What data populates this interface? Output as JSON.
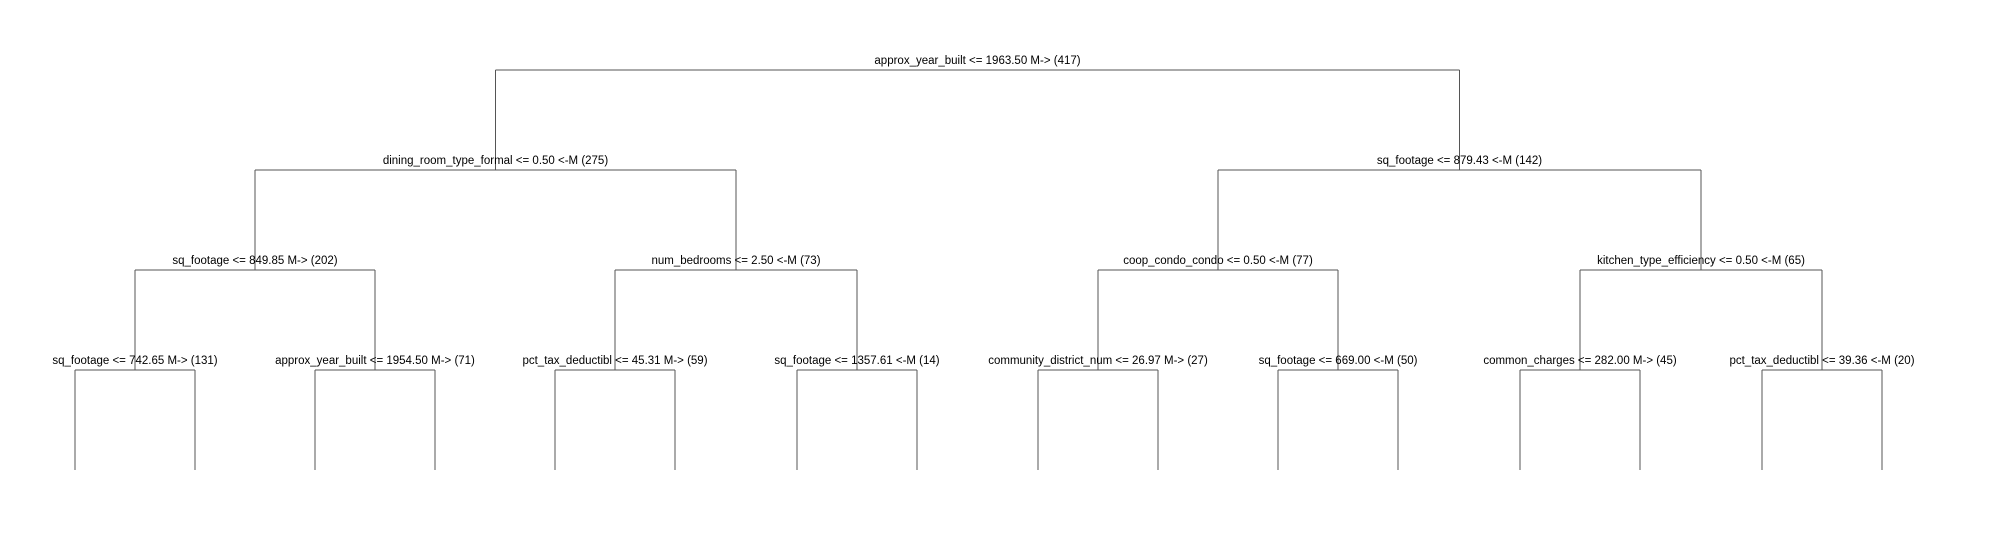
{
  "tree": {
    "line_color": "#555555",
    "text_color": "#000000",
    "nodes": [
      {
        "id": "n0",
        "label": "approx_year_built <= 1963.50 M-> (417)"
      },
      {
        "id": "n1",
        "label": "dining_room_type_formal <= 0.50 <-M (275)"
      },
      {
        "id": "n2",
        "label": "sq_footage <= 879.43 <-M (142)"
      },
      {
        "id": "n3",
        "label": "sq_footage <= 849.85 M-> (202)"
      },
      {
        "id": "n4",
        "label": "num_bedrooms <= 2.50 <-M (73)"
      },
      {
        "id": "n5",
        "label": "coop_condo_condo <= 0.50 <-M (77)"
      },
      {
        "id": "n6",
        "label": "kitchen_type_efficiency <= 0.50 <-M (65)"
      },
      {
        "id": "n7",
        "label": "sq_footage <= 742.65 M-> (131)"
      },
      {
        "id": "n8",
        "label": "approx_year_built <= 1954.50 M-> (71)"
      },
      {
        "id": "n9",
        "label": "pct_tax_deductibl <= 45.31 M-> (59)"
      },
      {
        "id": "n10",
        "label": "sq_footage <= 1357.61 <-M (14)"
      },
      {
        "id": "n11",
        "label": "community_district_num <= 26.97 M-> (27)"
      },
      {
        "id": "n12",
        "label": "sq_footage <= 669.00 <-M (50)"
      },
      {
        "id": "n13",
        "label": "common_charges <= 282.00 M-> (45)"
      },
      {
        "id": "n14",
        "label": "pct_tax_deductibl <= 39.36 <-M (20)"
      }
    ]
  }
}
